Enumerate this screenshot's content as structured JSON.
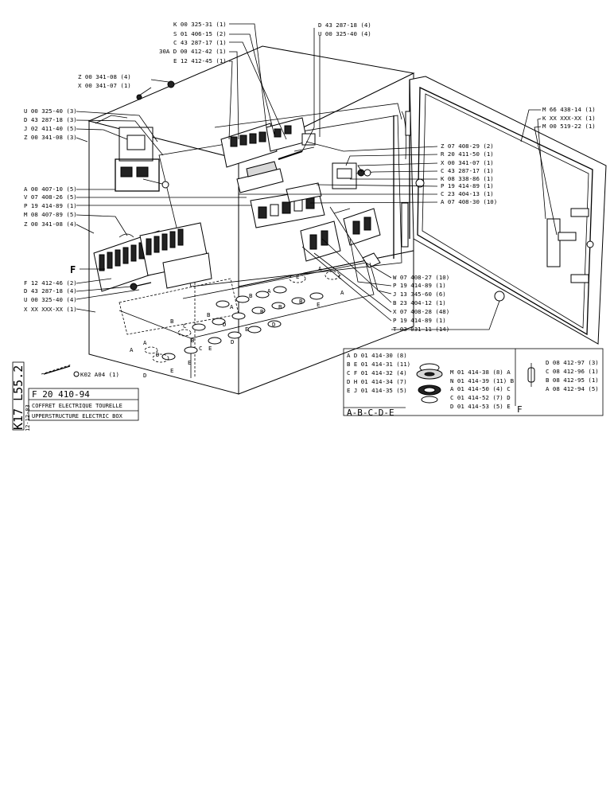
{
  "labels_top_center": [
    "K 00 325-31 (1)",
    "S 01 406-15 (2)",
    "C 43 287-17 (1)",
    "30A D 00 412-42 (1)",
    "E 12 412-45 (1)"
  ],
  "labels_top_right": [
    "D 43 287-18 (4)",
    "U 00 325-40 (4)"
  ],
  "labels_top_left": [
    "Z 00 341-08 (4)",
    "X 00 341-07 (1)"
  ],
  "labels_left_upper": [
    "U 00 325-40 (3)",
    "D 43 287-18 (3)",
    "J 02 411-40 (5)",
    "Z 00 341-08 (3)"
  ],
  "labels_left_middle": [
    "A 00 407-10 (5)",
    "V 07 408-26 (5)",
    "P 19 414-89 (1)",
    "M 08 407-89 (5)",
    "Z 00 341-08 (4)"
  ],
  "label_f": "F",
  "labels_left_lower": [
    "F 12 412-46 (2)",
    "D 43 287-18 (4)",
    "U 00 325-40 (4)",
    "X XX XXX-XX (1)"
  ],
  "labels_center_right": [
    "Z 07 408-29 (2)",
    "R 20 411-50 (1)",
    "X 00 341-07 (1)",
    "C 43 287-17 (1)",
    "K 08 338-86 (1)",
    "P 19 414-89 (1)",
    "C 23 404-13 (1)",
    "A 07 408-30 (10)"
  ],
  "labels_lower_right": [
    "W 07 408-27 (10)",
    "P 19 414-89 (1)",
    "J 13 345-60 (6)",
    "B 23 404-12 (1)",
    "X 07 408-28 (48)",
    "P 19 414-89 (1)",
    "T 03 031-11 (14)"
  ],
  "labels_door": [
    "M 66 438-14 (1)",
    "K XX XXX-XX (1)",
    "M 00 519-22 (1)"
  ],
  "legend_grommets": [
    "A D 01 414-30 (8)",
    "B E 01 414-31 (11)",
    "C F 01 414-32 (4)",
    "D H 01 414-34 (7)",
    "E J 01 414-35 (5)"
  ],
  "legend_nuts": [
    "M 01 414-38 (8) A",
    "N 01 414-39 (11) B",
    "A 01 414-50 (4) C",
    "C 01 414-52 (7) D",
    "D 01 414-53 (5) E"
  ],
  "legend_abcde": "A-B-C-D-E",
  "legend_fuses": [
    "D 08 412-97 (3)",
    "C 08 412-96 (1)",
    "B 08 412-95 (1)",
    "A 08 412-94 (5)"
  ],
  "legend_f": "F",
  "cable_tag": "K02 A04 (1)",
  "hole_letters": [
    "A",
    "A",
    "B",
    "C",
    "D",
    "E",
    "C",
    "D",
    "B",
    "E"
  ],
  "side_code": "K17 L55.2",
  "side_date": "12-12-83",
  "drawing_ref": "F 20 410-94",
  "title_fr": "COFFRET ELECTRIQUE TOURELLE",
  "title_en": "UPPERSTRUCTURE ELECTRIC BOX"
}
